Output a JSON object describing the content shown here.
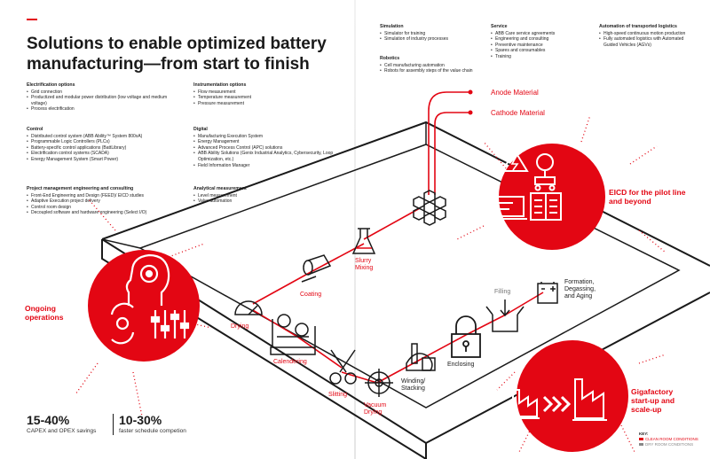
{
  "title": "Solutions to enable optimized battery manufacturing—from start to finish",
  "sections": {
    "electrification": {
      "heading": "Electrification options",
      "items": [
        "Grid connection",
        "Productized and modular power distribution (low voltage and medium voltage)",
        "Process electrification"
      ]
    },
    "instrumentation": {
      "heading": "Instrumentation options",
      "items": [
        "Flow measurement",
        "Temperature measurement",
        "Pressure measurement"
      ]
    },
    "control": {
      "heading": "Control",
      "items": [
        "Distributed control system (ABB Ability™ System 800xA)",
        "Programmable Logic Controllers (PLCs)",
        "Battery-specific control applications (BattLibrary)",
        "Electrification control systems (SCADA)",
        "Energy Management System (Smart Power)"
      ]
    },
    "digital": {
      "heading": "Digital",
      "items": [
        "Manufacturing Execution System",
        "Energy Management",
        "Advanced Process Control (APC) solutions",
        "ABB Ability Solutions (Genix Industrial Analytics, Cybersecurity, Loop Optimization, etc.)",
        "Field Information Manager"
      ]
    },
    "project": {
      "heading": "Project management engineering and consulting",
      "items": [
        "Front-End Engineering and Design (FEED)/ EICD studies",
        "Adaptive Execution project delivery",
        "Control room design",
        "Decoupled software and hardware engineering (Select I/O)"
      ]
    },
    "analytical": {
      "heading": "Analytical measurement",
      "items": [
        "Level measurement",
        "Valve automation"
      ]
    },
    "simulation": {
      "heading": "Simulation",
      "items": [
        "Simulator for training",
        "Simulation of industry processes"
      ]
    },
    "robotics": {
      "heading": "Robotics",
      "items": [
        "Cell manufacturing automation",
        "Robots for assembly steps of the value chain"
      ]
    },
    "service": {
      "heading": "Service",
      "items": [
        "ABB Care service agreements",
        "Engineering and consulting",
        "Preventive maintenance",
        "Spares and consumables",
        "Training"
      ]
    },
    "logistics": {
      "heading": "Automation of transported logistics",
      "items": [
        "High-speed continuous motion production",
        "Fully automated logistics with Automated Guided Vehicles (AGVs)"
      ]
    }
  },
  "process_steps": {
    "anode": "Anode Material",
    "cathode": "Cathode Material",
    "slurry": "Slurry Mixing",
    "coating": "Coating",
    "drying": "Drying",
    "calendering": "Calendering",
    "slitting": "Slitting",
    "vacuum": "Vacuum Drying",
    "winding": "Winding/ Stacking",
    "enclosing": "Enclosing",
    "filling": "Filling",
    "formation": "Formation, Degassing, and Aging"
  },
  "callouts": {
    "ongoing": "Ongoing operations",
    "eicd": "EICD for the pilot line and beyond",
    "gigafactory": "Gigafactory start-up and scale-up"
  },
  "stats": [
    {
      "value": "15-40%",
      "label": "CAPEX and OPEX savings"
    },
    {
      "value": "10-30%",
      "label": "faster schedule competion"
    }
  ],
  "key": {
    "heading": "KEY:",
    "clean": "CLEAN ROOM CONDITIONS",
    "dry": "DRY ROOM CONDITIONS"
  },
  "colors": {
    "accent": "#e30613",
    "text": "#1a1a1a",
    "line": "#1a1a1a",
    "dry_swatch": "#888888"
  }
}
